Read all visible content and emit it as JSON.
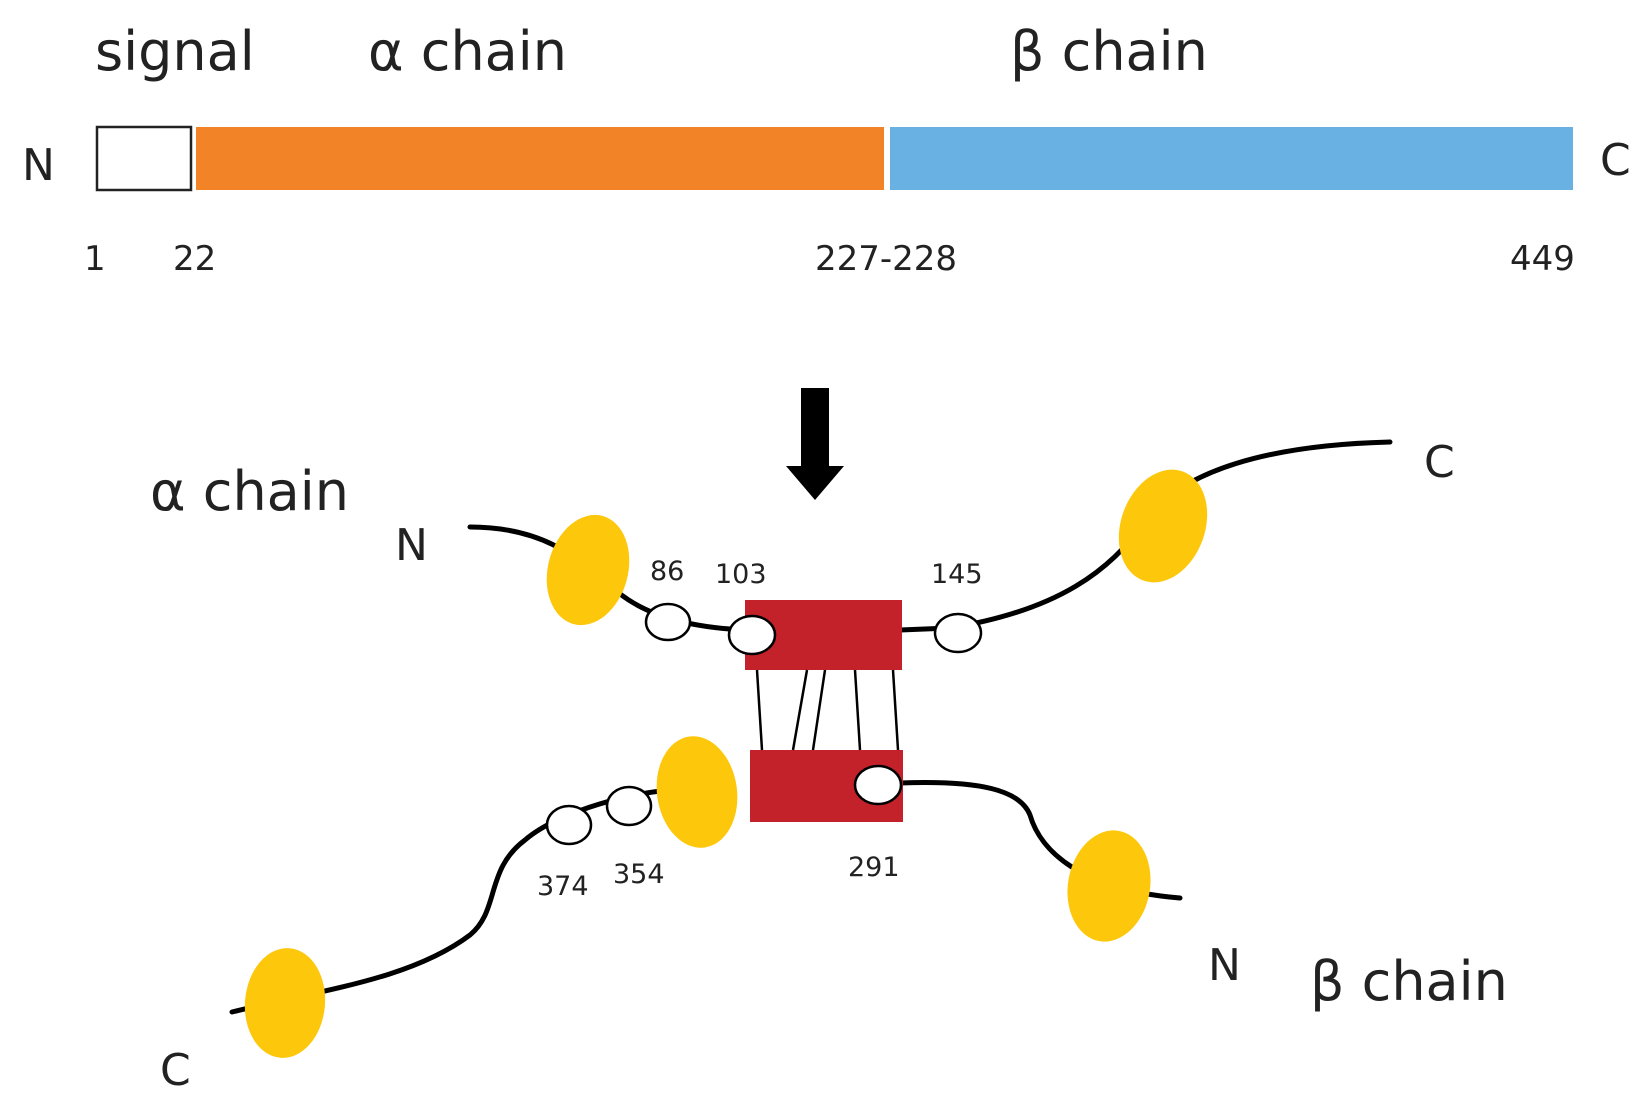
{
  "linear_map": {
    "labels": {
      "signal": "signal",
      "alpha": "α chain",
      "beta": "β chain",
      "n_term": "N",
      "c_term": "C"
    },
    "positions": {
      "start": "1",
      "signal_end": "22",
      "cleavage": "227-228",
      "end": "449"
    },
    "colors": {
      "signal": "#ffffff",
      "alpha": "#f28427",
      "beta": "#6ab1e3"
    }
  },
  "arrow": {
    "icon": "down-arrow-icon",
    "color": "#000000"
  },
  "structure": {
    "alpha_label": "α chain",
    "beta_label": "β chain",
    "alpha_n": "N",
    "alpha_c": "C",
    "beta_n": "N",
    "beta_c": "C",
    "sites": {
      "s86": "86",
      "s103": "103",
      "s145": "145",
      "s291": "291",
      "s354": "354",
      "s374": "374"
    },
    "colors": {
      "domain": "#c4222a",
      "ellipse": "#fdc70c",
      "chain": "#000000"
    }
  }
}
